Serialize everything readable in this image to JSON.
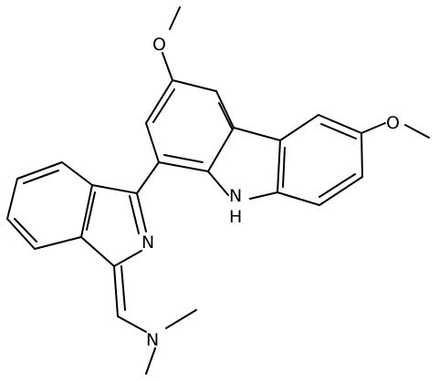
{
  "molecule": {
    "atom_labels": {
      "o_top": "O",
      "o_right": "O",
      "n_h": "N",
      "h_on_n": "H",
      "n_ring": "N",
      "n_amine": "N"
    },
    "colors": {
      "bond": "#000000",
      "label": "#000000",
      "background": "#ffffff"
    }
  }
}
